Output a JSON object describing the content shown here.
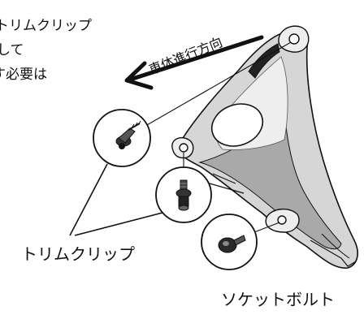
{
  "note_lines": [
    "トリムクリップ",
    "して",
    "す必要は"
  ],
  "direction_label": "車体進行方向",
  "label_trim_clip": "トリムクリップ",
  "label_socket_bolt": "ソケットボルト",
  "colors": {
    "line": "#111111",
    "panel_fill": "#d6d6d6",
    "panel_shade": "#a9a9a9",
    "panel_light": "#eeeeee",
    "background": "#ffffff"
  },
  "icons": [
    "arrow-left-icon",
    "trim-clip-icon",
    "socket-bolt-icon"
  ]
}
